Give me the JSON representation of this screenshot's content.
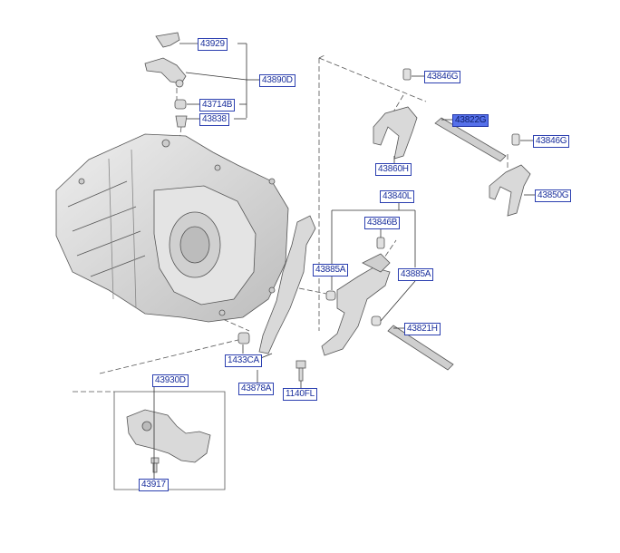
{
  "labels": {
    "p43929": "43929",
    "p43890D": "43890D",
    "p43714B": "43714B",
    "p43838": "43838",
    "p43846G_top": "43846G",
    "p43822G": "43822G",
    "p43846G_right": "43846G",
    "p43860H": "43860H",
    "p43850G": "43850G",
    "p43840L": "43840L",
    "p43846B": "43846B",
    "p43885A_left": "43885A",
    "p43885A_right": "43885A",
    "p43821H": "43821H",
    "p1433CA": "1433CA",
    "p43878A": "43878A",
    "p1140FL": "1140FL",
    "p43930D": "43930D",
    "p43917": "43917"
  },
  "highlighted_part": "43822G",
  "colors": {
    "label_border": "#2b3fb0",
    "label_text": "#1a2f9c",
    "highlight_fill": "#5570ea",
    "line": "#444444",
    "part_fill": "#d9d9d9",
    "part_stroke": "#555555"
  }
}
